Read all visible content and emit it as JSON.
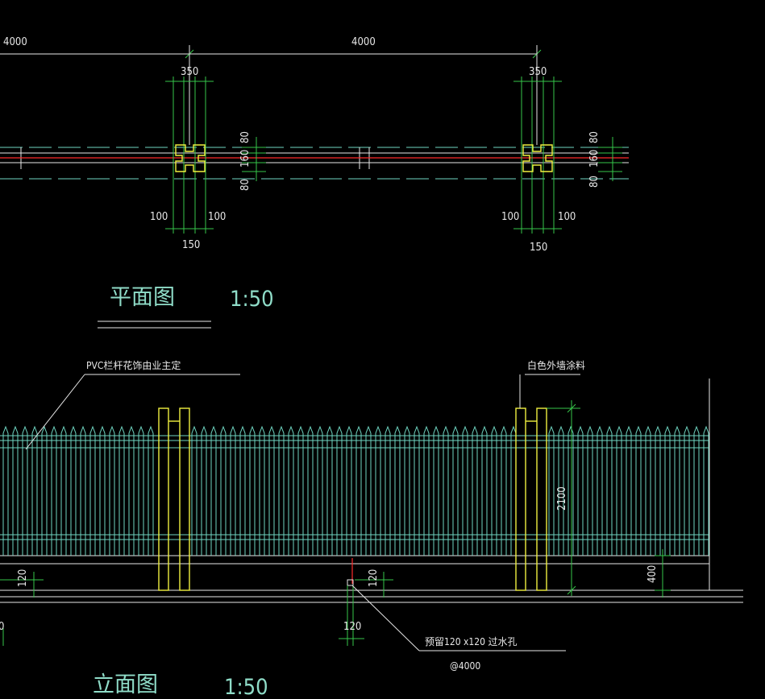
{
  "plan": {
    "title": "平面图",
    "scale": "1:50",
    "dims": {
      "span_left": "4000",
      "span_right": "4000",
      "pier_left_width": "350",
      "pier_right_width": "350",
      "left_side_a": "100",
      "left_side_b": "100",
      "left_core": "150",
      "right_side_a": "100",
      "right_side_b": "100",
      "right_core": "150",
      "left_top": "80",
      "left_mid": "160",
      "left_bottom": "80",
      "right_top": "80",
      "right_mid": "160",
      "right_bottom": "80"
    }
  },
  "elevation": {
    "title": "立面图",
    "scale": "1:50",
    "note_pvc": "PVC栏杆花饰由业主定",
    "note_paint": "白色外墙涂料",
    "note_hole": "预留120 x120 过水孔",
    "note_spacing": "@4000",
    "dims": {
      "left_base": "120",
      "hole_h": "120",
      "hole_w": "120",
      "height": "2100",
      "base_wall": "400",
      "edge": "0"
    }
  },
  "colors": {
    "background": "#000000",
    "dimension": "#36c64a",
    "rail": "#6fd6c2",
    "pier": "#f0f040",
    "axis": "#ff2a2a",
    "text": "#e8e8e8"
  }
}
